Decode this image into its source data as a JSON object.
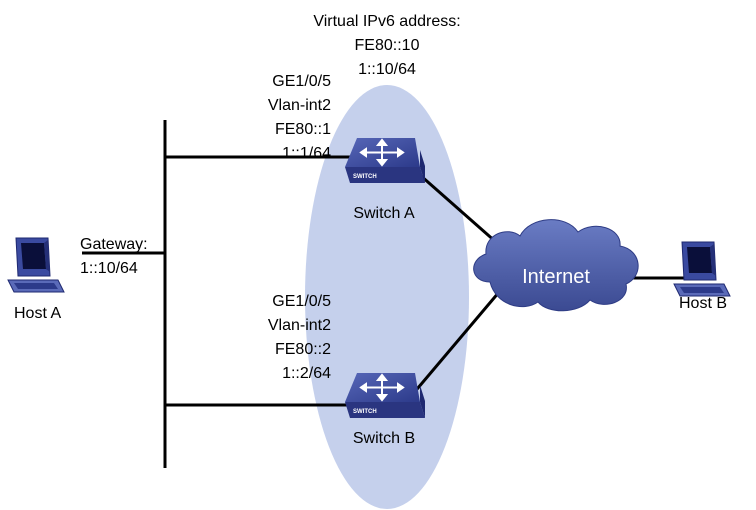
{
  "vrrp": {
    "title": "Virtual IPv6 address:",
    "addr1": "FE80::10",
    "addr2": "1::10/64"
  },
  "switch_a": {
    "name": "Switch A",
    "port": "GE1/0/5",
    "vlan": "Vlan-int2",
    "ll": "FE80::1",
    "ip": "1::1/64",
    "logo": "SWITCH"
  },
  "switch_b": {
    "name": "Switch B",
    "port": "GE1/0/5",
    "vlan": "Vlan-int2",
    "ll": "FE80::2",
    "ip": "1::2/64",
    "logo": "SWITCH"
  },
  "host_a": {
    "name": "Host A",
    "gw_label": "Gateway:",
    "gw_addr": "1::10/64",
    "icon": "pc-icon"
  },
  "host_b": {
    "name": "Host B",
    "icon": "pc-icon"
  },
  "internet": {
    "label": "Internet"
  },
  "colors": {
    "vrrp_group": "#c5d0ec",
    "device": "#3a4aa0",
    "cloud": "#4d5fa8",
    "link": "#000000"
  }
}
